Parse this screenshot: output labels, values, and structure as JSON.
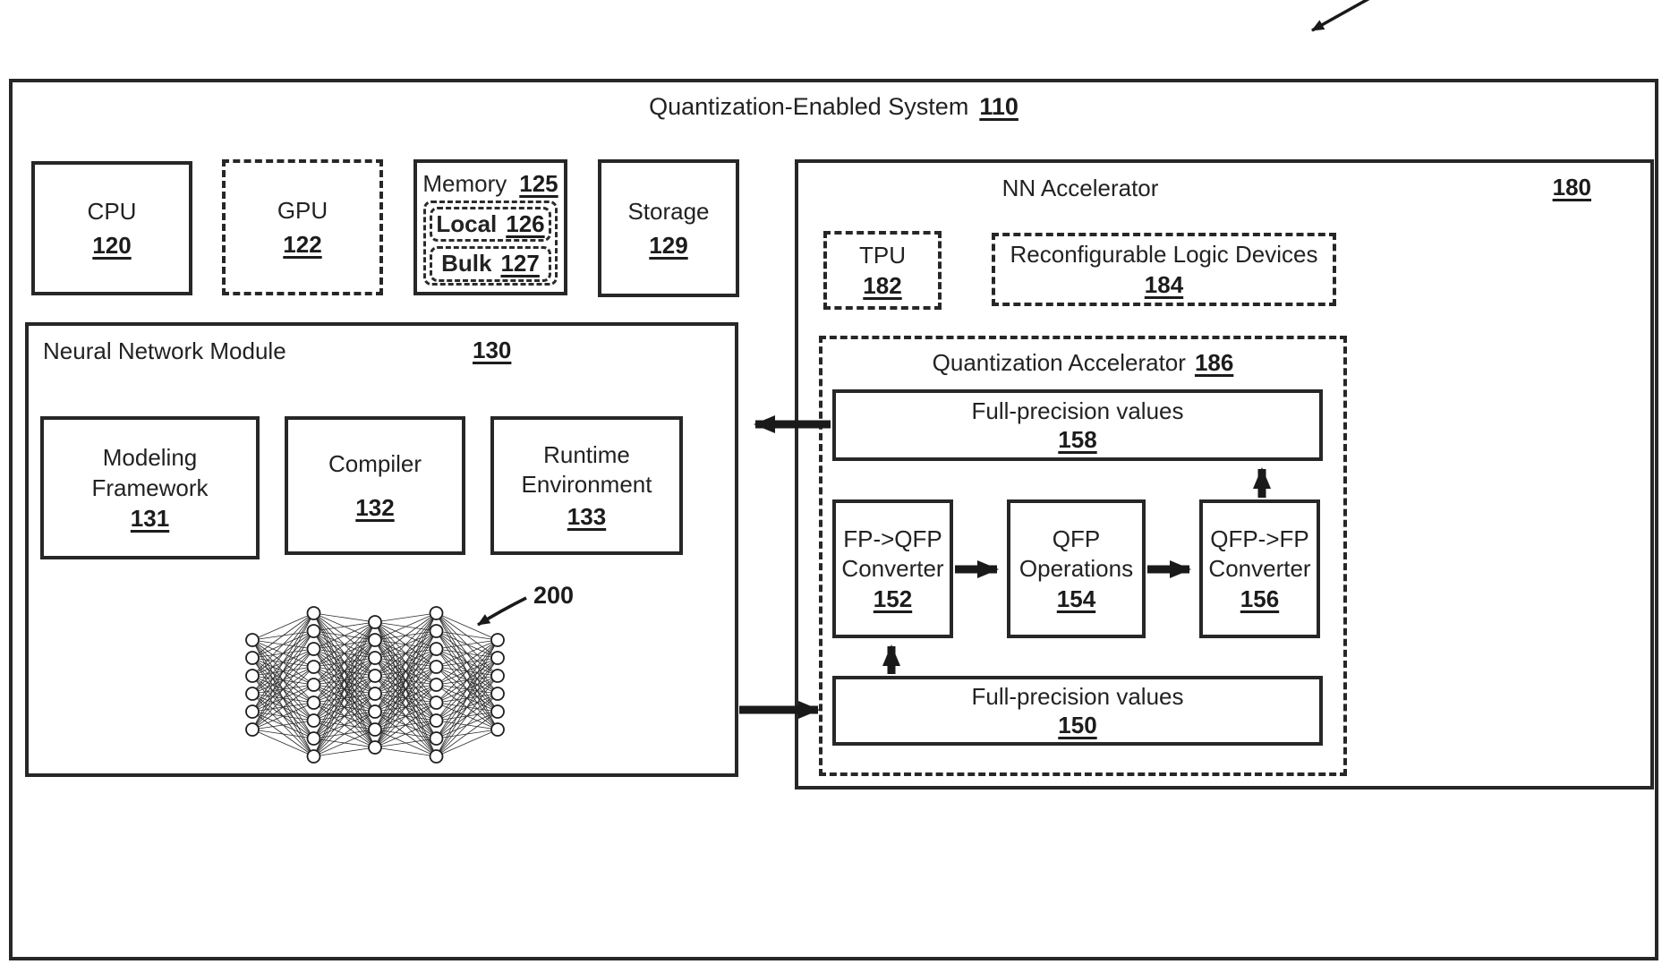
{
  "title": {
    "label": "Quantization-Enabled System",
    "ref": "110"
  },
  "boxes": {
    "cpu": {
      "label": "CPU",
      "ref": "120"
    },
    "gpu": {
      "label": "GPU",
      "ref": "122"
    },
    "memory": {
      "label": "Memory",
      "ref": "125"
    },
    "local": {
      "label": "Local",
      "ref": "126"
    },
    "bulk": {
      "label": "Bulk",
      "ref": "127"
    },
    "storage": {
      "label": "Storage",
      "ref": "129"
    },
    "nn_accelerator": {
      "label": "NN Accelerator",
      "ref": "180"
    },
    "tpu": {
      "label": "TPU",
      "ref": "182"
    },
    "reconfigurable": {
      "label": "Reconfigurable Logic Devices",
      "ref": "184"
    },
    "quant_accelerator": {
      "label": "Quantization Accelerator",
      "ref": "186"
    },
    "fp_values_top": {
      "label": "Full-precision values",
      "ref": "158"
    },
    "fp_to_qfp": {
      "label": "FP->QFP Converter",
      "ref": "152"
    },
    "qfp_operations": {
      "label": "QFP Operations",
      "ref": "154"
    },
    "qfp_to_fp": {
      "label": "QFP->FP Converter",
      "ref": "156"
    },
    "fp_values_bottom": {
      "label": "Full-precision values",
      "ref": "150"
    },
    "nn_module": {
      "label": "Neural Network Module",
      "ref": "130"
    },
    "modeling": {
      "label": "Modeling Framework",
      "ref": "131"
    },
    "compiler": {
      "label": "Compiler",
      "ref": "132"
    },
    "runtime": {
      "label": "Runtime Environment",
      "ref": "133"
    }
  },
  "neural_network": {
    "ref": "200",
    "layers": [
      6,
      9,
      8,
      9,
      6
    ]
  }
}
